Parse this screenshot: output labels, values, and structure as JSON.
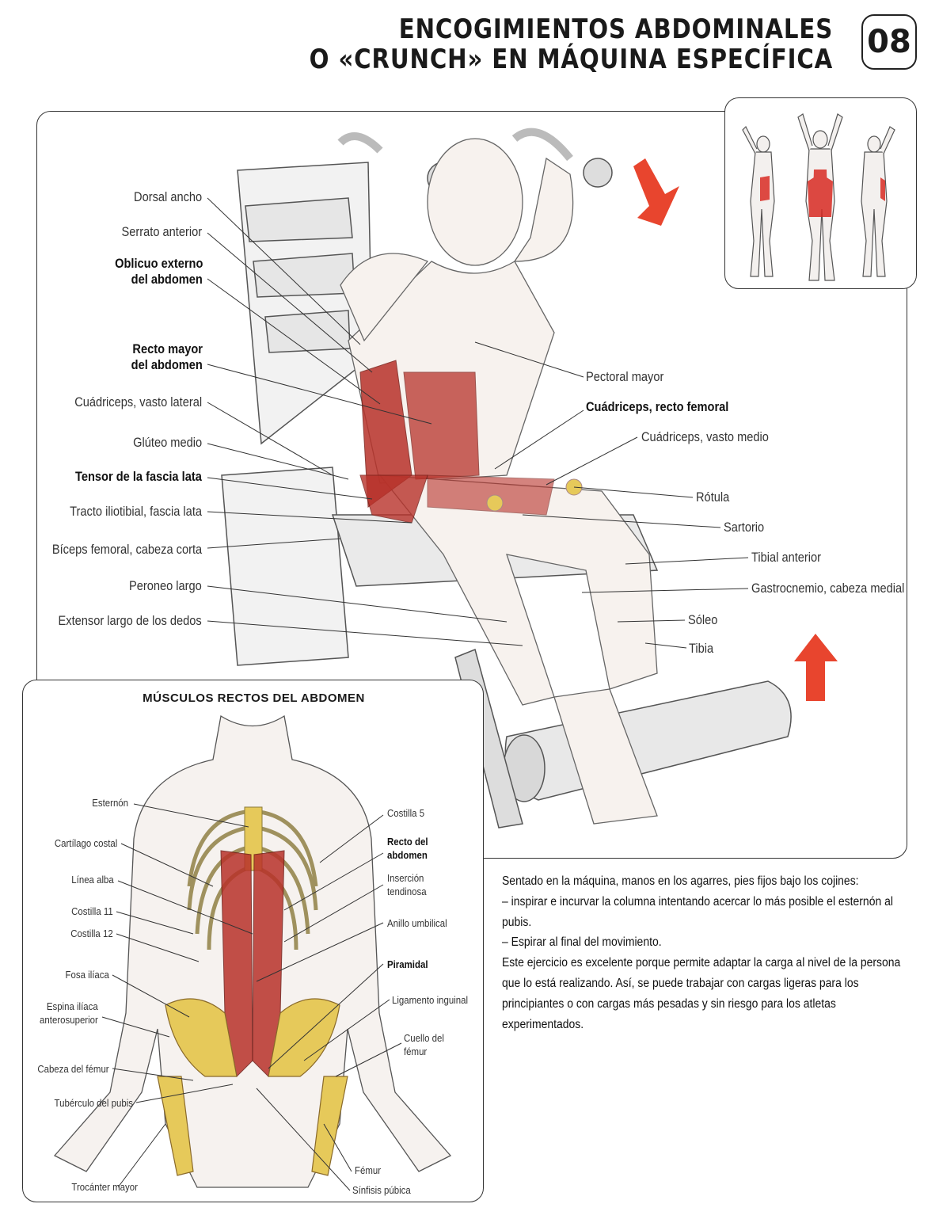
{
  "header": {
    "title_line1": "ENCOGIMIENTOS ABDOMINALES",
    "title_line2": "O «CRUNCH» EN MÁQUINA ESPECÍFICA",
    "number": "08"
  },
  "main_labels": {
    "left": [
      {
        "text": "Dorsal ancho",
        "bold": false
      },
      {
        "text": "Serrato anterior",
        "bold": false
      },
      {
        "text": "Oblicuo externo",
        "bold": true
      },
      {
        "text": "del abdomen",
        "bold": true
      },
      {
        "text": "Recto mayor",
        "bold": true
      },
      {
        "text": "del abdomen",
        "bold": true
      },
      {
        "text": "Cuádriceps, vasto lateral",
        "bold": false
      },
      {
        "text": "Glúteo medio",
        "bold": false
      },
      {
        "text": "Tensor de la fascia lata",
        "bold": true
      },
      {
        "text": "Tracto iliotibial, fascia lata",
        "bold": false
      },
      {
        "text": "Bíceps femoral, cabeza corta",
        "bold": false
      },
      {
        "text": "Peroneo largo",
        "bold": false
      },
      {
        "text": "Extensor largo de los dedos",
        "bold": false
      }
    ],
    "right": [
      {
        "text": "Pectoral mayor",
        "bold": false
      },
      {
        "text": "Cuádriceps, recto femoral",
        "bold": true
      },
      {
        "text": "Cuádriceps, vasto medio",
        "bold": false
      },
      {
        "text": "Rótula",
        "bold": false
      },
      {
        "text": "Sartorio",
        "bold": false
      },
      {
        "text": "Tibial anterior",
        "bold": false
      },
      {
        "text": "Gastrocnemio, cabeza medial",
        "bold": false
      },
      {
        "text": "Sóleo",
        "bold": false
      },
      {
        "text": "Tibia",
        "bold": false
      }
    ]
  },
  "inset": {
    "title": "MÚSCULOS RECTOS DEL ABDOMEN",
    "left_labels": [
      {
        "text": "Esternón"
      },
      {
        "text": "Cartílago costal"
      },
      {
        "text": "Línea alba"
      },
      {
        "text": "Costilla 11"
      },
      {
        "text": "Costilla 12"
      },
      {
        "text": "Fosa ilíaca"
      },
      {
        "text": "Espina ilíaca"
      },
      {
        "text": "anterosuperior"
      },
      {
        "text": "Cabeza del fémur"
      },
      {
        "text": "Tubérculo del pubis"
      },
      {
        "text": "Trocánter mayor"
      }
    ],
    "right_labels": [
      {
        "text": "Costilla 5",
        "bold": false
      },
      {
        "text": "Recto del",
        "bold": true
      },
      {
        "text": "abdomen",
        "bold": true
      },
      {
        "text": "Inserción",
        "bold": false
      },
      {
        "text": "tendinosa",
        "bold": false
      },
      {
        "text": "Anillo umbilical",
        "bold": false
      },
      {
        "text": "Piramidal",
        "bold": true
      },
      {
        "text": "Ligamento inguinal",
        "bold": false
      },
      {
        "text": "Cuello del",
        "bold": false
      },
      {
        "text": "fémur",
        "bold": false
      },
      {
        "text": "Fémur",
        "bold": false
      },
      {
        "text": "Sínfisis púbica",
        "bold": false
      }
    ]
  },
  "description": {
    "paragraphs": [
      "Sentado en la máquina, manos en los agarres, pies fijos bajo los cojines:",
      "– inspirar e incurvar la columna intentando acercar lo más posible el esternón al pubis.",
      "– Espirar al final del movimiento.",
      "Este ejercicio es excelente porque permite adaptar la carga al nivel de la persona que lo está realizando. Así, se puede trabajar con cargas ligeras para los principiantes o con cargas más pesadas y sin riesgo para los atletas experimentados."
    ]
  },
  "colors": {
    "muscle_red": "#b8322a",
    "arrow_red": "#e8452e",
    "bone_yellow": "#e6c95a",
    "line": "#333333"
  }
}
